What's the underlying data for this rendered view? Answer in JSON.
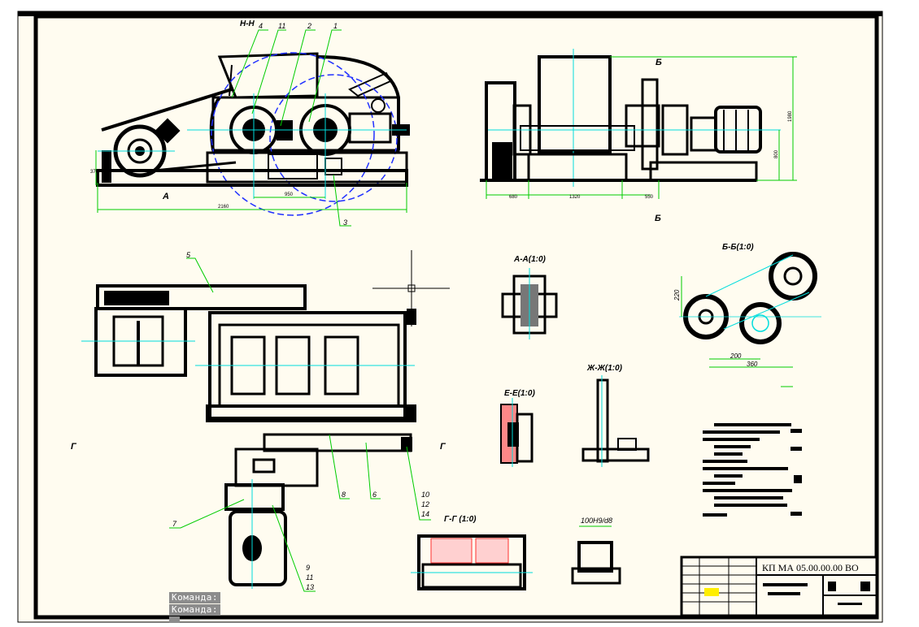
{
  "colors": {
    "paper": "#fffcf0",
    "frame": "#000000",
    "dimension": "#00cc00",
    "centerline": "#00dddd",
    "blueCircle": "#2030ff",
    "hatch": "#ff3030",
    "highlight": "#ffee00"
  },
  "title_block": {
    "designation": "КП МА 05.00.00.00 ВО"
  },
  "views": {
    "front_label": "Н-Н",
    "side_label": "Б",
    "a_section": "А-А(1:0)",
    "b_section": "Б-Б(1:0)",
    "e_section": "Е-Е(1:0)",
    "zh_section": "Ж-Ж(1:0)",
    "g_section": "Г-Г (1:0)",
    "section_marker_a": "А",
    "section_marker_b": "Б",
    "section_marker_g": "Г"
  },
  "dimensions": {
    "front_length": "2160",
    "front_half": "950",
    "front_height": "370",
    "side_a": "680",
    "side_b": "1320",
    "side_c": "550",
    "side_height_total": "1980",
    "side_height_part": "800",
    "pulley_vertical": "220",
    "pulley_span1": "200",
    "pulley_span2": "360",
    "fit": "100H9/d8"
  },
  "leaders": {
    "front": [
      "4",
      "11",
      "2",
      "1",
      "3"
    ],
    "plan": [
      "5",
      "7",
      "8",
      "6",
      "10",
      "12",
      "14",
      "9",
      "11",
      "13"
    ]
  },
  "command_line": {
    "line1": "Команда:",
    "line2": "Команда:"
  }
}
